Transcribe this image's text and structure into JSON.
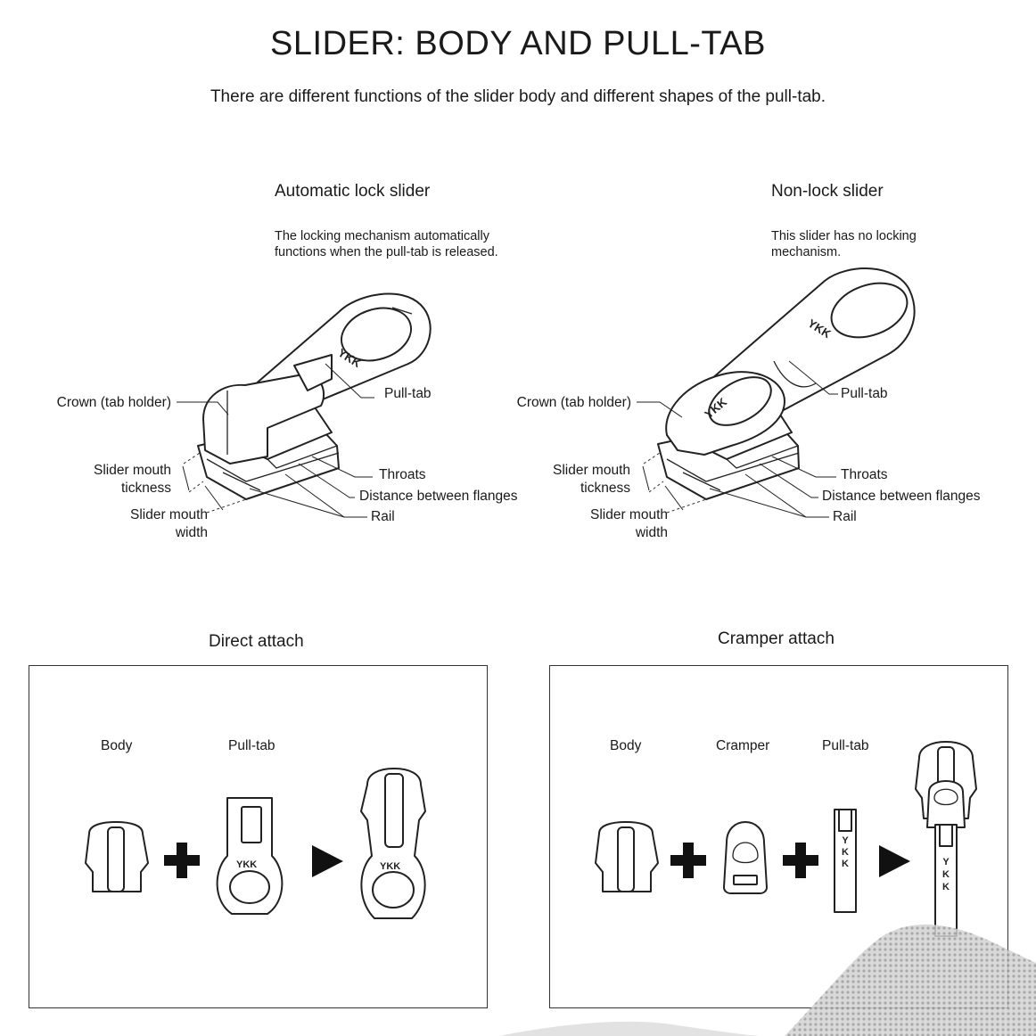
{
  "title": "SLIDER: BODY AND PULL-TAB",
  "subtitle": "There are different functions of the slider body and different shapes of the pull-tab.",
  "sliders": {
    "auto": {
      "heading": "Automatic lock slider",
      "desc_line1": "The locking mechanism automatically",
      "desc_line2": "functions when the pull-tab is released.",
      "crown": "Crown (tab holder)",
      "pulltab": "Pull-tab",
      "mouth_thickness_1": "Slider mouth",
      "mouth_thickness_2": "tickness",
      "mouth_width_1": "Slider mouth",
      "mouth_width_2": "width",
      "throats": "Throats",
      "flanges": "Distance between flanges",
      "rail": "Rail",
      "brand": "YKK"
    },
    "nonlock": {
      "heading": "Non-lock slider",
      "desc_line1": "This slider has no locking",
      "desc_line2": "mechanism.",
      "crown": "Crown (tab holder)",
      "pulltab": "Pull-tab",
      "mouth_thickness_1": "Slider mouth",
      "mouth_thickness_2": "tickness",
      "mouth_width_1": "Slider mouth",
      "mouth_width_2": "width",
      "throats": "Throats",
      "flanges": "Distance between flanges",
      "rail": "Rail",
      "brand": "YKK"
    }
  },
  "direct": {
    "heading": "Direct attach",
    "body": "Body",
    "pulltab": "Pull-tab",
    "brand": "YKK"
  },
  "cramper": {
    "heading": "Cramper attach",
    "body": "Body",
    "cramper": "Cramper",
    "pulltab": "Pull-tab",
    "brand_v1": "Y",
    "brand_v2": "K",
    "brand_v3": "K"
  },
  "colors": {
    "ink": "#1a1a1a",
    "background": "#ffffff",
    "decor": "#c9c9c9"
  }
}
